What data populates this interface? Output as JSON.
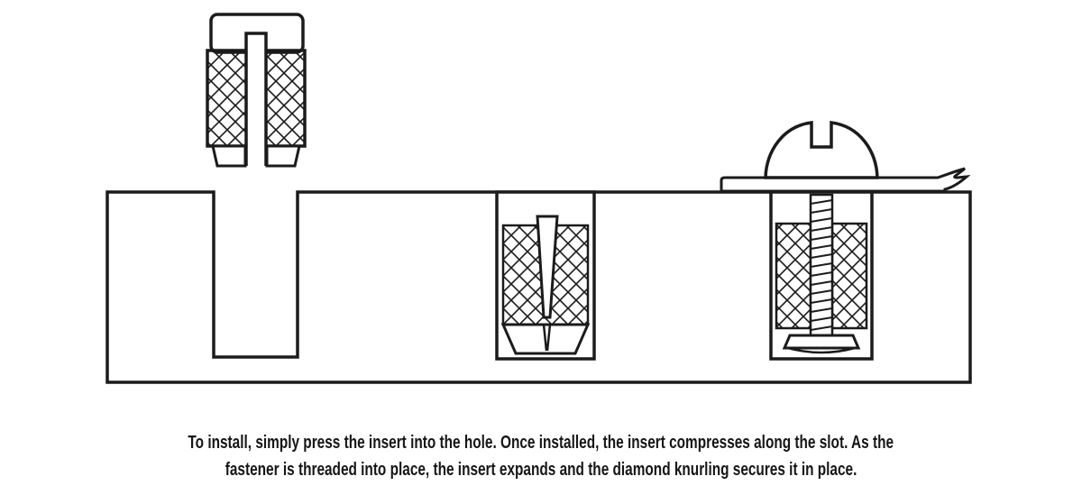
{
  "caption": {
    "line1": "To install, simply press the insert into the hole. Once installed, the insert compresses along the slot. As the",
    "line2": "fastener is threaded into place, the insert expands and the diamond knurling secures it in place."
  },
  "colors": {
    "ink": "#1b1b1b",
    "background": "#ffffff"
  },
  "figure": {
    "description": "Three-stage cross-section diagram of a press-fit knurled threaded insert",
    "stages": [
      "insert above hole",
      "insert pressed into hole",
      "screw threaded into insert through mounted sheet"
    ]
  }
}
